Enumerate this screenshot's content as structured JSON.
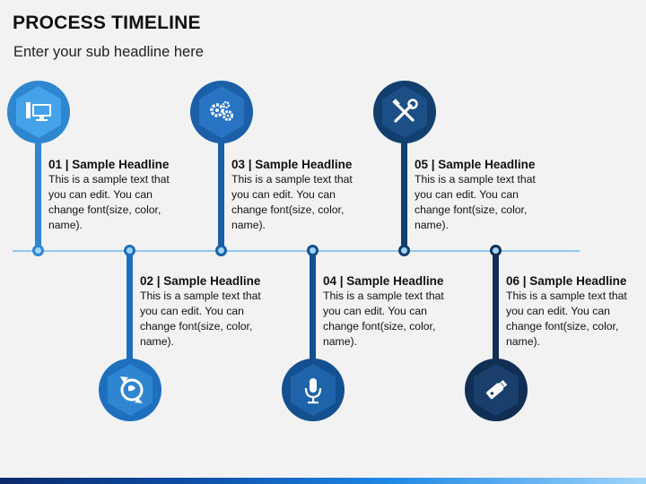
{
  "title": "PROCESS TIMELINE",
  "subtitle": "Enter your sub headline here",
  "colors": {
    "step1": "#2f86d0",
    "step2": "#1f6fbf",
    "step3": "#1a5fa8",
    "step4": "#14508f",
    "step5": "#133f6e",
    "step6": "#112f55",
    "line": "#8ec8ee"
  },
  "items": [
    {
      "headline": "01 | Sample Headline",
      "body": "This is a sample text that\nyou can edit. You can\nchange font(size, color,\nname).",
      "icon": "computer-icon"
    },
    {
      "headline": "02 | Sample Headline",
      "body": "This is a sample text that\nyou can edit. You can\nchange font(size, color,\nname).",
      "icon": "recycle-globe-icon"
    },
    {
      "headline": "03 | Sample Headline",
      "body": "This is a sample text that\nyou can edit. You can\nchange font(size, color,\nname).",
      "icon": "gears-icon"
    },
    {
      "headline": "04 | Sample Headline",
      "body": "This is a sample text that\nyou can edit. You can\nchange font(size, color,\nname).",
      "icon": "microphone-icon"
    },
    {
      "headline": "05 | Sample Headline",
      "body": "This is a sample text that\nyou can edit. You can\nchange font(size, color,\nname).",
      "icon": "tools-icon"
    },
    {
      "headline": "06 | Sample Headline",
      "body": "This is a sample text that\nyou can edit. You can\nchange font(size, color,\nname).",
      "icon": "usb-drive-icon"
    }
  ]
}
